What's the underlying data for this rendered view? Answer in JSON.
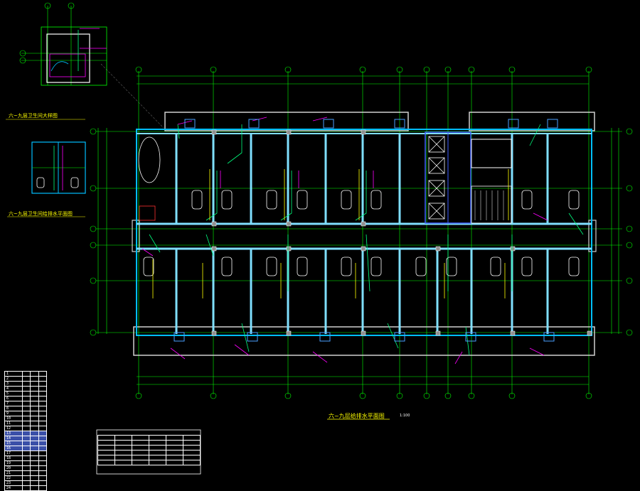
{
  "colors": {
    "background": "#000000",
    "grid": "#00ff00",
    "wall": "#00bfff",
    "beam": "#7fdfff",
    "pipe_green": "#00ff7f",
    "pipe_magenta": "#ff00ff",
    "text_yellow": "#ffff00",
    "fixture_white": "#ffffff",
    "column_gray": "#a0a0a0"
  },
  "titles": {
    "main_plan": "六~九层给排水平面图",
    "main_scale": "1:100",
    "detail_1": "六~九层卫生间大样图",
    "detail_2": "六~九层卫生间给排水平面图"
  },
  "legend_table": {
    "rows": [
      [
        "1",
        "",
        "",
        ""
      ],
      [
        "2",
        "",
        "",
        ""
      ],
      [
        "3",
        "",
        "",
        ""
      ],
      [
        "4",
        "",
        "",
        ""
      ],
      [
        "5",
        "",
        "",
        ""
      ],
      [
        "6",
        "",
        "",
        ""
      ],
      [
        "7",
        "",
        "",
        ""
      ],
      [
        "8",
        "",
        "",
        ""
      ],
      [
        "9",
        "",
        "",
        ""
      ],
      [
        "10",
        "",
        "",
        ""
      ],
      [
        "11",
        "",
        "",
        ""
      ],
      [
        "12",
        "",
        "",
        ""
      ],
      [
        "13",
        "",
        "",
        ""
      ],
      [
        "14",
        "",
        "",
        ""
      ],
      [
        "15",
        "",
        "",
        ""
      ],
      [
        "16",
        "",
        "",
        ""
      ],
      [
        "17",
        "",
        "",
        ""
      ],
      [
        "18",
        "",
        "",
        ""
      ],
      [
        "19",
        "",
        "",
        ""
      ],
      [
        "20",
        "",
        "",
        ""
      ],
      [
        "21",
        "",
        "",
        ""
      ],
      [
        "22",
        "",
        "",
        ""
      ],
      [
        "23",
        "",
        "",
        ""
      ],
      [
        "24",
        "",
        "",
        ""
      ]
    ]
  },
  "schedule_table": {
    "rows": [
      [
        "",
        "",
        "",
        "",
        "",
        ""
      ],
      [
        "",
        "",
        "",
        "",
        "",
        ""
      ],
      [
        "",
        "",
        "",
        "",
        "",
        ""
      ],
      [
        "",
        "",
        "",
        "",
        "",
        ""
      ],
      [
        "",
        "",
        "",
        "",
        "",
        ""
      ],
      [
        "",
        "",
        "",
        "",
        "",
        ""
      ]
    ]
  }
}
